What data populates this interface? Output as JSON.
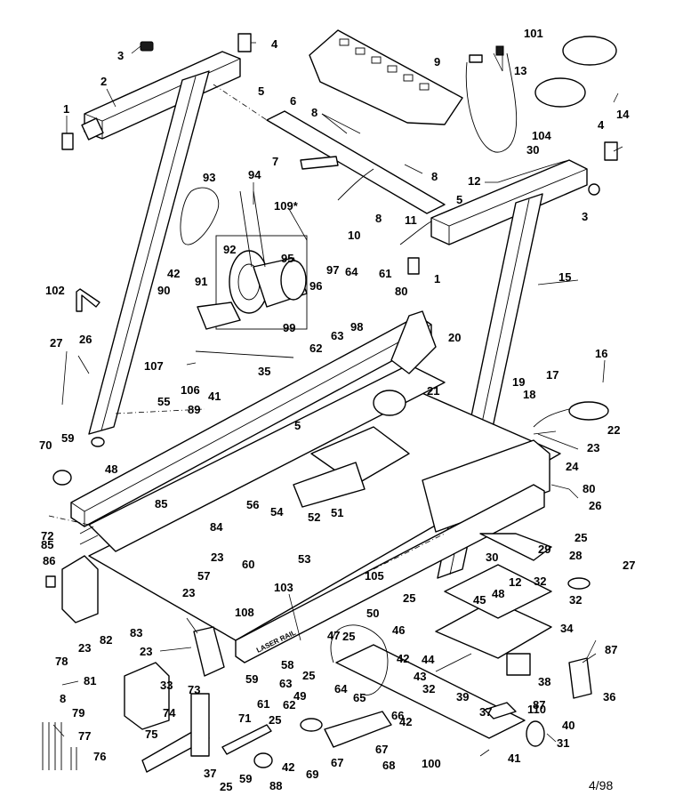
{
  "callouts": [
    {
      "id": "c1a",
      "text": "1"
    },
    {
      "id": "c1b",
      "text": "1"
    },
    {
      "id": "c2",
      "text": "2"
    },
    {
      "id": "c3a",
      "text": "3"
    },
    {
      "id": "c3b",
      "text": "3"
    },
    {
      "id": "c4a",
      "text": "4"
    },
    {
      "id": "c4b",
      "text": "4"
    },
    {
      "id": "c5a",
      "text": "5"
    },
    {
      "id": "c5b",
      "text": "5"
    },
    {
      "id": "c5c",
      "text": "5"
    },
    {
      "id": "c6",
      "text": "6"
    },
    {
      "id": "c7",
      "text": "7"
    },
    {
      "id": "c8a",
      "text": "8"
    },
    {
      "id": "c8b",
      "text": "8"
    },
    {
      "id": "c8c",
      "text": "8"
    },
    {
      "id": "c8d",
      "text": "8"
    },
    {
      "id": "c9",
      "text": "9"
    },
    {
      "id": "c10",
      "text": "10"
    },
    {
      "id": "c11",
      "text": "11"
    },
    {
      "id": "c12a",
      "text": "12"
    },
    {
      "id": "c12b",
      "text": "12"
    },
    {
      "id": "c13",
      "text": "13"
    },
    {
      "id": "c14",
      "text": "14"
    },
    {
      "id": "c15",
      "text": "15"
    },
    {
      "id": "c16",
      "text": "16"
    },
    {
      "id": "c17",
      "text": "17"
    },
    {
      "id": "c18",
      "text": "18"
    },
    {
      "id": "c19",
      "text": "19"
    },
    {
      "id": "c20",
      "text": "20"
    },
    {
      "id": "c21",
      "text": "21"
    },
    {
      "id": "c22",
      "text": "22"
    },
    {
      "id": "c23a",
      "text": "23"
    },
    {
      "id": "c23b",
      "text": "23"
    },
    {
      "id": "c23c",
      "text": "23"
    },
    {
      "id": "c23d",
      "text": "23"
    },
    {
      "id": "c23e",
      "text": "23"
    },
    {
      "id": "c24",
      "text": "24"
    },
    {
      "id": "c25a",
      "text": "25"
    },
    {
      "id": "c25b",
      "text": "25"
    },
    {
      "id": "c25c",
      "text": "25"
    },
    {
      "id": "c25d",
      "text": "25"
    },
    {
      "id": "c25e",
      "text": "25"
    },
    {
      "id": "c25f",
      "text": "25"
    },
    {
      "id": "c26a",
      "text": "26"
    },
    {
      "id": "c26b",
      "text": "26"
    },
    {
      "id": "c27a",
      "text": "27"
    },
    {
      "id": "c27b",
      "text": "27"
    },
    {
      "id": "c28",
      "text": "28"
    },
    {
      "id": "c29",
      "text": "29"
    },
    {
      "id": "c30a",
      "text": "30"
    },
    {
      "id": "c30b",
      "text": "30"
    },
    {
      "id": "c31",
      "text": "31"
    },
    {
      "id": "c32a",
      "text": "32"
    },
    {
      "id": "c32b",
      "text": "32"
    },
    {
      "id": "c32c",
      "text": "32"
    },
    {
      "id": "c33",
      "text": "33"
    },
    {
      "id": "c34",
      "text": "34"
    },
    {
      "id": "c35",
      "text": "35"
    },
    {
      "id": "c36",
      "text": "36"
    },
    {
      "id": "c37a",
      "text": "37"
    },
    {
      "id": "c37b",
      "text": "37"
    },
    {
      "id": "c38",
      "text": "38"
    },
    {
      "id": "c39",
      "text": "39"
    },
    {
      "id": "c40",
      "text": "40"
    },
    {
      "id": "c41a",
      "text": "41"
    },
    {
      "id": "c41b",
      "text": "41"
    },
    {
      "id": "c42a",
      "text": "42"
    },
    {
      "id": "c42b",
      "text": "42"
    },
    {
      "id": "c42c",
      "text": "42"
    },
    {
      "id": "c42d",
      "text": "42"
    },
    {
      "id": "c43",
      "text": "43"
    },
    {
      "id": "c44",
      "text": "44"
    },
    {
      "id": "c45",
      "text": "45"
    },
    {
      "id": "c46",
      "text": "46"
    },
    {
      "id": "c47",
      "text": "47"
    },
    {
      "id": "c48a",
      "text": "48"
    },
    {
      "id": "c48b",
      "text": "48"
    },
    {
      "id": "c49",
      "text": "49"
    },
    {
      "id": "c50",
      "text": "50"
    },
    {
      "id": "c51",
      "text": "51"
    },
    {
      "id": "c52",
      "text": "52"
    },
    {
      "id": "c53",
      "text": "53"
    },
    {
      "id": "c54",
      "text": "54"
    },
    {
      "id": "c55",
      "text": "55"
    },
    {
      "id": "c56",
      "text": "56"
    },
    {
      "id": "c57",
      "text": "57"
    },
    {
      "id": "c58",
      "text": "58"
    },
    {
      "id": "c59a",
      "text": "59"
    },
    {
      "id": "c59b",
      "text": "59"
    },
    {
      "id": "c59c",
      "text": "59"
    },
    {
      "id": "c60",
      "text": "60"
    },
    {
      "id": "c61a",
      "text": "61"
    },
    {
      "id": "c61b",
      "text": "61"
    },
    {
      "id": "c62a",
      "text": "62"
    },
    {
      "id": "c62b",
      "text": "62"
    },
    {
      "id": "c63a",
      "text": "63"
    },
    {
      "id": "c63b",
      "text": "63"
    },
    {
      "id": "c64a",
      "text": "64"
    },
    {
      "id": "c64b",
      "text": "64"
    },
    {
      "id": "c65",
      "text": "65"
    },
    {
      "id": "c66",
      "text": "66"
    },
    {
      "id": "c67a",
      "text": "67"
    },
    {
      "id": "c67b",
      "text": "67"
    },
    {
      "id": "c68",
      "text": "68"
    },
    {
      "id": "c69",
      "text": "69"
    },
    {
      "id": "c70",
      "text": "70"
    },
    {
      "id": "c71",
      "text": "71"
    },
    {
      "id": "c72",
      "text": "72"
    },
    {
      "id": "c73",
      "text": "73"
    },
    {
      "id": "c74",
      "text": "74"
    },
    {
      "id": "c75",
      "text": "75"
    },
    {
      "id": "c76",
      "text": "76"
    },
    {
      "id": "c77",
      "text": "77"
    },
    {
      "id": "c78",
      "text": "78"
    },
    {
      "id": "c79",
      "text": "79"
    },
    {
      "id": "c80a",
      "text": "80"
    },
    {
      "id": "c80b",
      "text": "80"
    },
    {
      "id": "c81",
      "text": "81"
    },
    {
      "id": "c82",
      "text": "82"
    },
    {
      "id": "c83",
      "text": "83"
    },
    {
      "id": "c84",
      "text": "84"
    },
    {
      "id": "c85a",
      "text": "85"
    },
    {
      "id": "c85b",
      "text": "85"
    },
    {
      "id": "c86",
      "text": "86"
    },
    {
      "id": "c87a",
      "text": "87"
    },
    {
      "id": "c87b",
      "text": "87"
    },
    {
      "id": "c88",
      "text": "88"
    },
    {
      "id": "c89",
      "text": "89"
    },
    {
      "id": "c90",
      "text": "90"
    },
    {
      "id": "c91",
      "text": "91"
    },
    {
      "id": "c92",
      "text": "92"
    },
    {
      "id": "c93",
      "text": "93"
    },
    {
      "id": "c94",
      "text": "94"
    },
    {
      "id": "c95",
      "text": "95"
    },
    {
      "id": "c96",
      "text": "96"
    },
    {
      "id": "c97",
      "text": "97"
    },
    {
      "id": "c98",
      "text": "98"
    },
    {
      "id": "c99",
      "text": "99"
    },
    {
      "id": "c100",
      "text": "100"
    },
    {
      "id": "c101",
      "text": "101"
    },
    {
      "id": "c102",
      "text": "102"
    },
    {
      "id": "c103",
      "text": "103"
    },
    {
      "id": "c104",
      "text": "104"
    },
    {
      "id": "c105",
      "text": "105"
    },
    {
      "id": "c106",
      "text": "106"
    },
    {
      "id": "c107",
      "text": "107"
    },
    {
      "id": "c108",
      "text": "108"
    },
    {
      "id": "c109",
      "text": "109*"
    },
    {
      "id": "c110",
      "text": "110"
    }
  ],
  "date_code": "4/98",
  "rail_marking": "LASER RAIL",
  "ink_color": "#000000",
  "paper_color": "#ffffff"
}
